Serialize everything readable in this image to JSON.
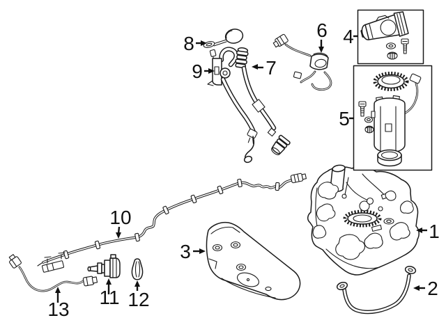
{
  "diagram": {
    "background_color": "#ffffff",
    "line_color": "#1a1a1a",
    "label_color": "#111111",
    "callouts": {
      "c1": {
        "label": "1",
        "part": "fuel-tank"
      },
      "c2": {
        "label": "2",
        "part": "fuel-tank-strap"
      },
      "c3": {
        "label": "3",
        "part": "skid-plate-shield"
      },
      "c4": {
        "label": "4",
        "part": "leak-detection-pump-kit"
      },
      "c5": {
        "label": "5",
        "part": "fuel-pump-module-kit"
      },
      "c6": {
        "label": "6",
        "part": "wiring-harness"
      },
      "c7": {
        "label": "7",
        "part": "filler-neck-tube"
      },
      "c8": {
        "label": "8",
        "part": "fuel-cap-with-tether"
      },
      "c9": {
        "label": "9",
        "part": "filler-neck-bracket"
      },
      "c10": {
        "label": "10",
        "part": "fuel-line"
      },
      "c11": {
        "label": "11",
        "part": "purge-valve"
      },
      "c12": {
        "label": "12",
        "part": "hose-clamp"
      },
      "c13": {
        "label": "13",
        "part": "vent-hose-harness"
      }
    }
  }
}
